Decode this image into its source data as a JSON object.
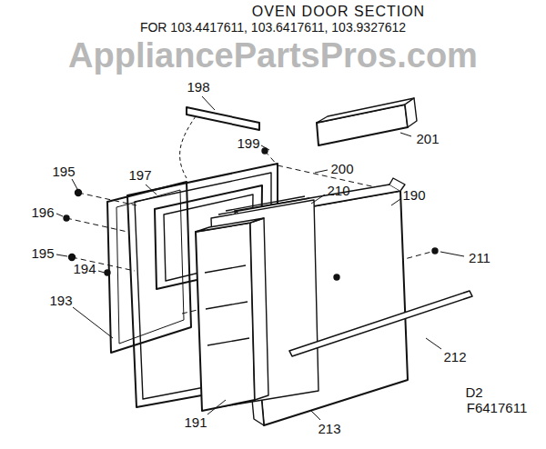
{
  "diagram": {
    "title": "OVEN DOOR SECTION",
    "labels": [
      "FOR 103.4417611, 103.6417611, 103.9327612",
      "AppliancePartsPros.com",
      "198",
      "201",
      "199",
      "200",
      "195",
      "197",
      "210",
      "190",
      "196",
      "211",
      "195",
      "194",
      "212",
      "193",
      "D2",
      "F6417611",
      "191",
      "213"
    ]
  }
}
